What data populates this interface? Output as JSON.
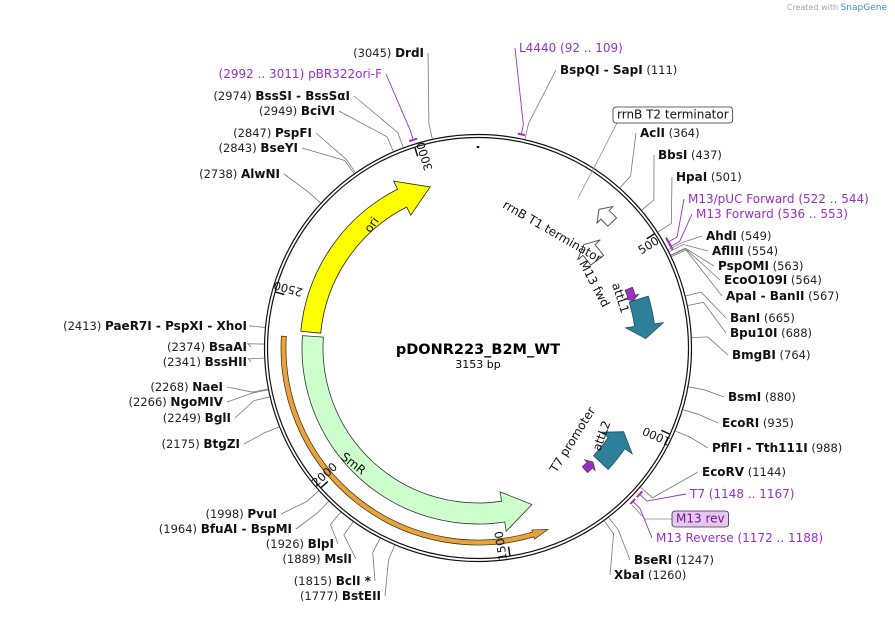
{
  "credit": {
    "prefix": "Created with",
    "brand": "SnapGene"
  },
  "plasmid": {
    "name": "pDONR223_B2M_WT",
    "size_label": "3153 bp",
    "length": 3153
  },
  "colors": {
    "primer": "#9a2fc4",
    "ori": "#ffff00",
    "smr": "#ccffcc",
    "smr_outline": "#e8a33c",
    "att": "#2e7f99",
    "backbone": "#111111"
  },
  "ticks": [
    {
      "bp": 500,
      "label": "500"
    },
    {
      "bp": 1000,
      "label": "1000"
    },
    {
      "bp": 1500,
      "label": "1500"
    },
    {
      "bp": 2000,
      "label": "2000"
    },
    {
      "bp": 2500,
      "label": "2500"
    },
    {
      "bp": 3000,
      "label": "3000"
    }
  ],
  "sites": [
    {
      "bp": 111,
      "names": [
        "BspQI",
        "SapI"
      ],
      "pos": "(111)",
      "side": "right"
    },
    {
      "bp": 364,
      "names": [
        "AclI"
      ],
      "pos": "(364)",
      "side": "right"
    },
    {
      "bp": 437,
      "names": [
        "BbsI"
      ],
      "pos": "(437)",
      "side": "right"
    },
    {
      "bp": 501,
      "names": [
        "HpaI"
      ],
      "pos": "(501)",
      "side": "right"
    },
    {
      "bp": 549,
      "names": [
        "AhdI"
      ],
      "pos": "(549)",
      "side": "right"
    },
    {
      "bp": 554,
      "names": [
        "AflIII"
      ],
      "pos": "(554)",
      "side": "right"
    },
    {
      "bp": 563,
      "names": [
        "PspOMI"
      ],
      "pos": "(563)",
      "side": "right"
    },
    {
      "bp": 564,
      "names": [
        "EcoO109I"
      ],
      "pos": "(564)",
      "side": "right"
    },
    {
      "bp": 567,
      "names": [
        "ApaI",
        "BanII"
      ],
      "pos": "(567)",
      "side": "right"
    },
    {
      "bp": 665,
      "names": [
        "BanI"
      ],
      "pos": "(665)",
      "side": "right"
    },
    {
      "bp": 688,
      "names": [
        "Bpu10I"
      ],
      "pos": "(688)",
      "side": "right"
    },
    {
      "bp": 764,
      "names": [
        "BmgBI"
      ],
      "pos": "(764)",
      "side": "right"
    },
    {
      "bp": 880,
      "names": [
        "BsmI"
      ],
      "pos": "(880)",
      "side": "right"
    },
    {
      "bp": 935,
      "names": [
        "EcoRI"
      ],
      "pos": "(935)",
      "side": "right"
    },
    {
      "bp": 988,
      "names": [
        "PflFI",
        "Tth111I"
      ],
      "pos": "(988)",
      "side": "right"
    },
    {
      "bp": 1144,
      "names": [
        "EcoRV"
      ],
      "pos": "(1144)",
      "side": "right"
    },
    {
      "bp": 1247,
      "names": [
        "BseRI"
      ],
      "pos": "(1247)",
      "side": "right"
    },
    {
      "bp": 1260,
      "names": [
        "XbaI"
      ],
      "pos": "(1260)",
      "side": "right"
    },
    {
      "bp": 1777,
      "names": [
        "BstEII"
      ],
      "pos": "(1777)",
      "side": "left"
    },
    {
      "bp": 1815,
      "names": [
        "BclI *"
      ],
      "pos": "(1815)",
      "side": "left"
    },
    {
      "bp": 1889,
      "names": [
        "MslI"
      ],
      "pos": "(1889)",
      "side": "left"
    },
    {
      "bp": 1926,
      "names": [
        "BlpI"
      ],
      "pos": "(1926)",
      "side": "left"
    },
    {
      "bp": 1964,
      "names": [
        "BfuAI",
        "BspMI"
      ],
      "pos": "(1964)",
      "side": "left"
    },
    {
      "bp": 1998,
      "names": [
        "PvuI"
      ],
      "pos": "(1998)",
      "side": "left"
    },
    {
      "bp": 2175,
      "names": [
        "BtgZI"
      ],
      "pos": "(2175)",
      "side": "left"
    },
    {
      "bp": 2249,
      "names": [
        "BglI"
      ],
      "pos": "(2249)",
      "side": "left"
    },
    {
      "bp": 2266,
      "names": [
        "NgoMIV"
      ],
      "pos": "(2266)",
      "side": "left"
    },
    {
      "bp": 2268,
      "names": [
        "NaeI"
      ],
      "pos": "(2268)",
      "side": "left"
    },
    {
      "bp": 2341,
      "names": [
        "BssHII"
      ],
      "pos": "(2341)",
      "side": "left"
    },
    {
      "bp": 2374,
      "names": [
        "BsaAI"
      ],
      "pos": "(2374)",
      "side": "left"
    },
    {
      "bp": 2413,
      "names": [
        "PaeR7I",
        "PspXI",
        "XhoI"
      ],
      "pos": "(2413)",
      "side": "left"
    },
    {
      "bp": 2738,
      "names": [
        "AlwNI"
      ],
      "pos": "(2738)",
      "side": "left"
    },
    {
      "bp": 2843,
      "names": [
        "BseYI"
      ],
      "pos": "(2843)",
      "side": "left"
    },
    {
      "bp": 2847,
      "names": [
        "PspFI"
      ],
      "pos": "(2847)",
      "side": "left"
    },
    {
      "bp": 2949,
      "names": [
        "BciVI"
      ],
      "pos": "(2949)",
      "side": "left"
    },
    {
      "bp": 2974,
      "names": [
        "BssSI",
        "BssSαI"
      ],
      "pos": "(2974)",
      "side": "left"
    },
    {
      "bp": 3045,
      "names": [
        "DrdI"
      ],
      "pos": "(3045)",
      "side": "left"
    }
  ],
  "primers": [
    {
      "start": 92,
      "end": 109,
      "name": "L4440",
      "range": "(92 .. 109)"
    },
    {
      "start": 522,
      "end": 544,
      "name": "M13/pUC Forward",
      "range": "(522 .. 544)"
    },
    {
      "start": 536,
      "end": 553,
      "name": "M13 Forward",
      "range": "(536 .. 553)"
    },
    {
      "start": 1148,
      "end": 1167,
      "name": "T7",
      "range": "(1148 .. 1167)"
    },
    {
      "start": 1172,
      "end": 1188,
      "name": "M13 Reverse",
      "range": "(1172 .. 1188)"
    },
    {
      "start": 2992,
      "end": 3011,
      "name": "pBR322ori-F",
      "range": "(2992 .. 3011)"
    }
  ],
  "boxed_labels": {
    "terminator": "rrnB T2 terminator",
    "m13rev": "M13 rev"
  },
  "features": {
    "ori": "ori",
    "smr": "SmR",
    "rrnB_t1": "rrnB T1 terminator",
    "m13_fwd": "M13 fwd",
    "attL1": "attL1",
    "attL2": "attL2",
    "t7_promoter": "T7 promoter"
  }
}
